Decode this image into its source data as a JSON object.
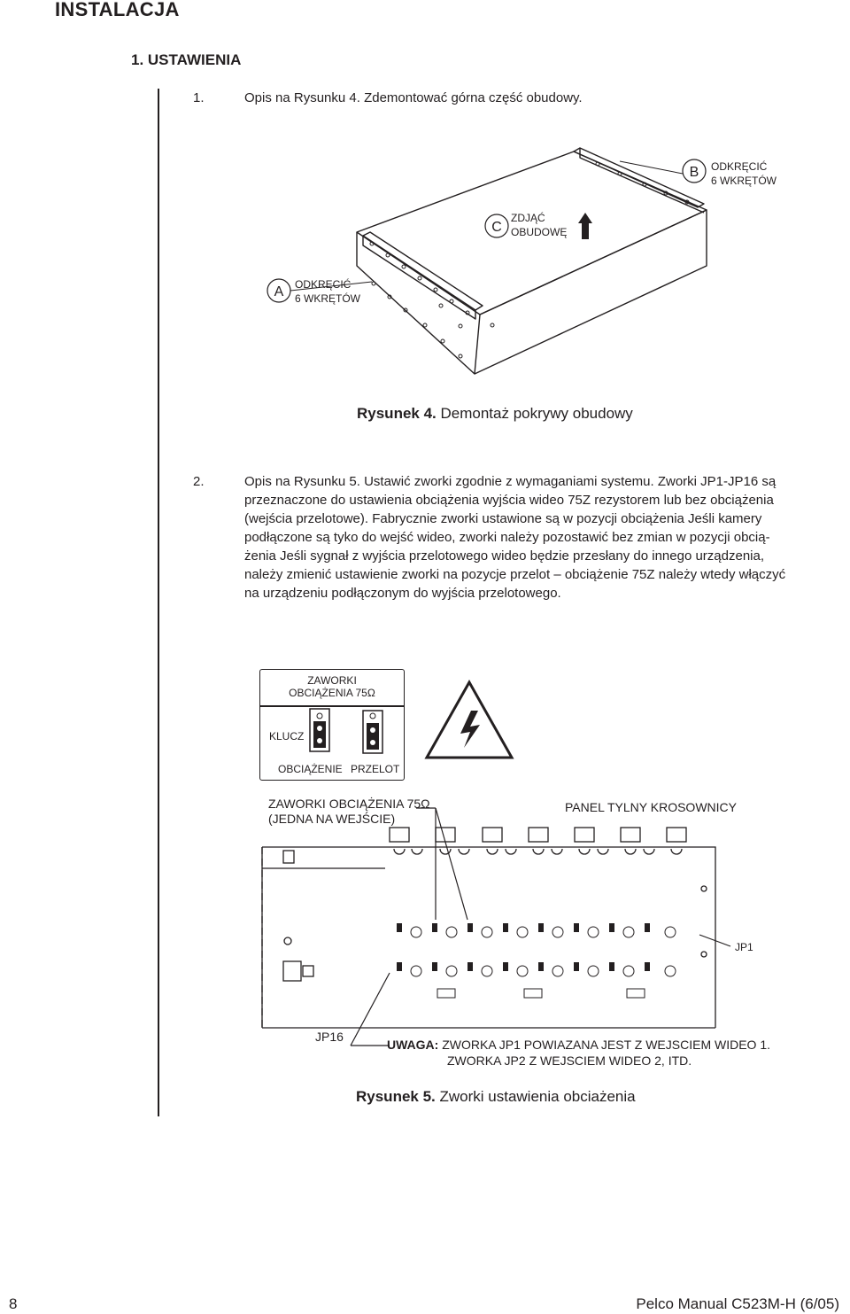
{
  "header": {
    "title": "INSTALACJA",
    "section": "1. USTAWIENIA"
  },
  "step1": {
    "num": "1.",
    "text": "Opis na Rysunku 4. Zdemontować górna część obudowy."
  },
  "figure4": {
    "label_a_letter": "A",
    "label_a_line1": "ODKRĘCIĆ",
    "label_a_line2": "6 WKRĘTÓW",
    "label_b_letter": "B",
    "label_b_line1": "ODKRĘCIĆ",
    "label_b_line2": "6 WKRĘTÓW",
    "label_c_letter": "C",
    "label_c_line1": "ZDJĄĆ",
    "label_c_line2": "OBUDOWĘ",
    "caption_bold": "Rysunek 4.",
    "caption_text": " Demontaż pokrywy obudowy"
  },
  "step2": {
    "num": "2.",
    "lines": [
      "Opis na Rysunku 5. Ustawić zworki zgodnie z wymaganiami systemu. Zworki JP1-JP16 są",
      "przeznaczone do ustawienia obciążenia wyjścia wideo 75Z rezystorem lub bez obciążenia",
      "(wejścia przelotowe). Fabrycznie zworki ustawione są w pozycji obciążenia Jeśli kamery",
      "podłączone są tyko do wejść wideo, zworki należy pozostawić bez zmian w pozycji obcią-",
      "żenia Jeśli sygnał z wyjścia przelotowego wideo będzie przesłany do innego urządzenia,",
      "należy zmienić ustawienie zworki na pozycje przelot – obciążenie 75Z należy wtedy włączyć",
      "na urządzeniu podłączonym do wyjścia przelotowego."
    ]
  },
  "figure5": {
    "box_title_line1": "ZAWORKI",
    "box_title_line2": "OBCIĄŻENIA 75Ω",
    "key_label": "KLUCZ",
    "load_label": "OBCIĄŻENIE",
    "passthrough_label": "PRZELOT",
    "jumpers_line1": "ZAWORKI OBCIĄŻENIA 75Ω",
    "jumpers_line2": "(JEDNA NA WEJŚCIE)",
    "rear_panel": "PANEL TYLNY KROSOWNICY",
    "jp1": "JP1",
    "jp16": "JP16",
    "note_bold": "UWAGA:",
    "note_line1": " ZWORKA JP1 POWIAZANA JEST Z WEJSCIEM WIDEO 1.",
    "note_line2": "ZWORKA JP2 Z WEJSCIEM WIDEO 2, ITD.",
    "caption_bold": "Rysunek 5.",
    "caption_text": " Zworki ustawienia obciażenia"
  },
  "footer": {
    "page": "8",
    "doc": "Pelco Manual C523M-H (6/05)"
  }
}
